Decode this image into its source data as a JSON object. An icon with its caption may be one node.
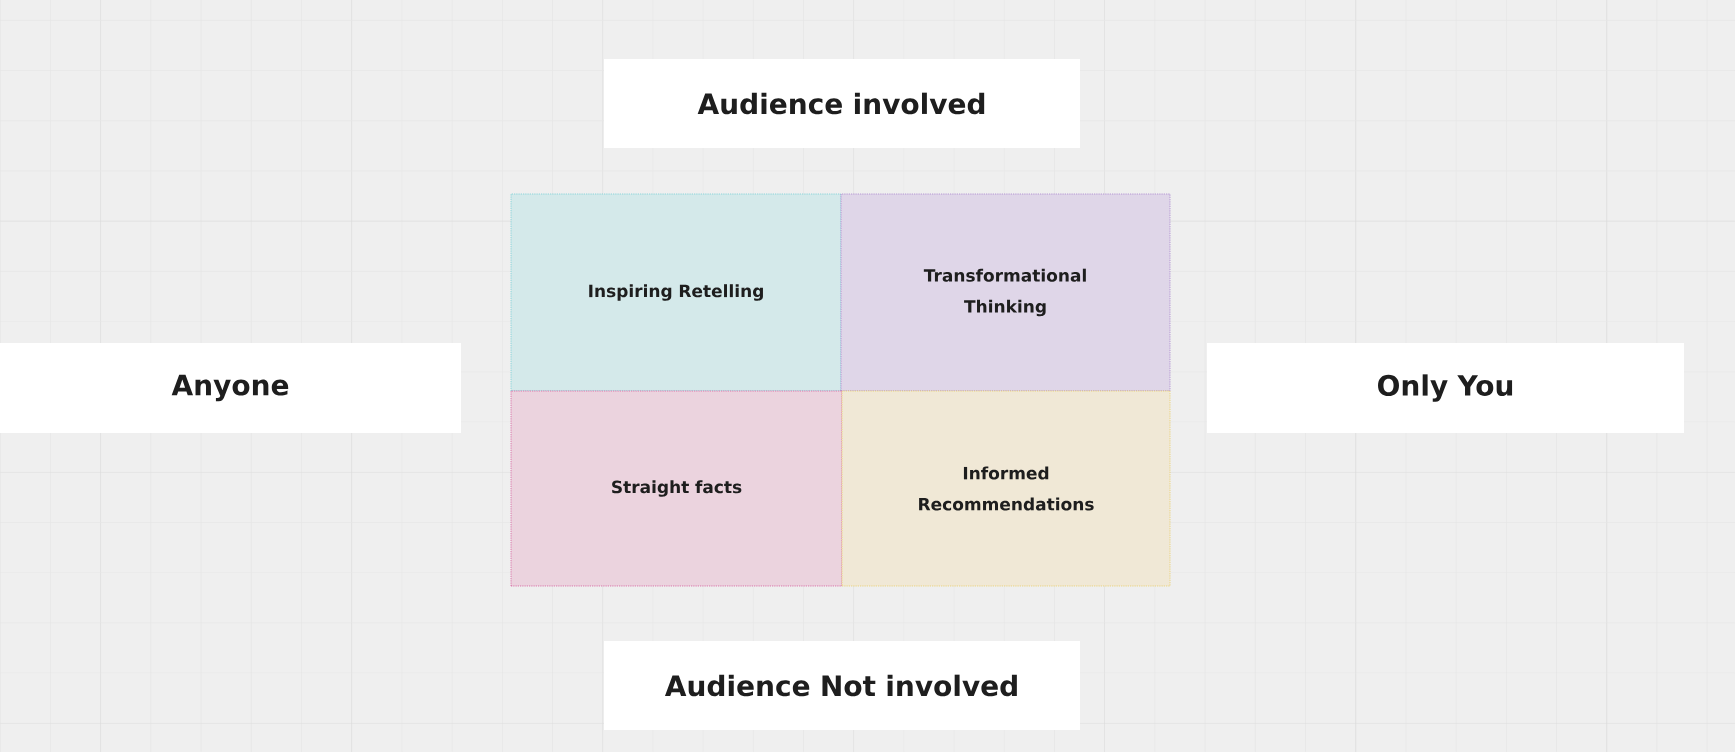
{
  "diagram": {
    "nodes": [
      {
        "text": [
          "Audience involved"
        ]
      },
      {
        "text": [
          "Anyone"
        ]
      },
      {
        "text": [
          "Inspiring Retelling"
        ]
      },
      {
        "text": [
          "Transformational Thinking"
        ]
      },
      {
        "text": [
          "Only You"
        ]
      },
      {
        "text": [
          "Straight facts"
        ]
      },
      {
        "text": [
          "Informed Recommendations"
        ]
      },
      {
        "text": [
          "Audience Not involved"
        ]
      }
    ],
    "edges": []
  }
}
